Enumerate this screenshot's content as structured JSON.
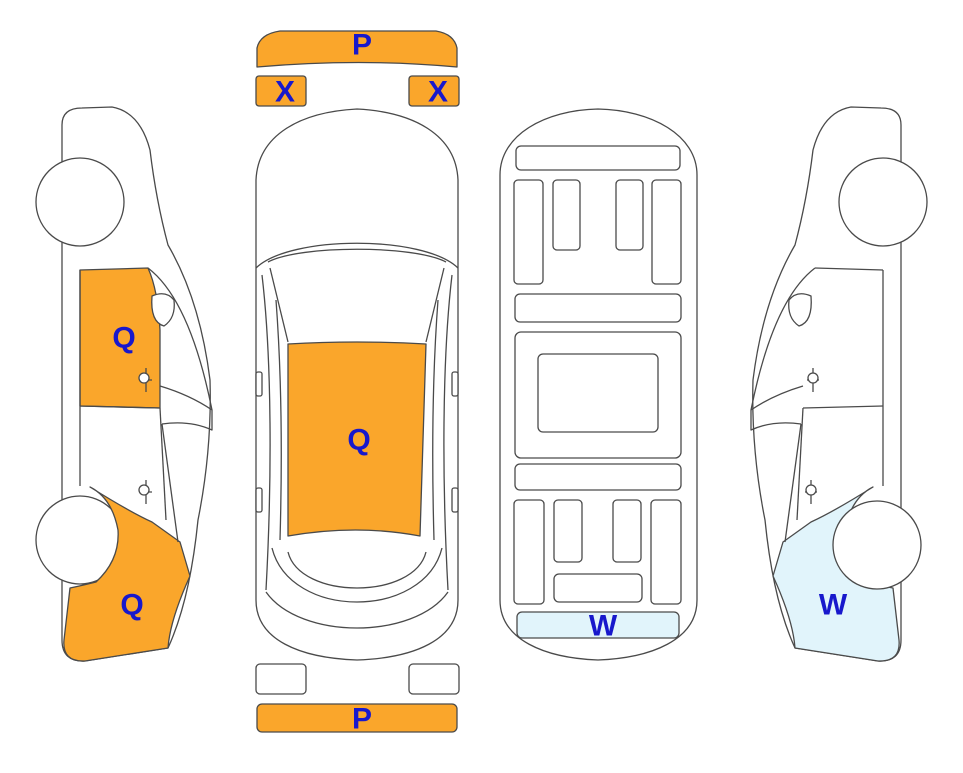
{
  "colors": {
    "damage_q": "#FAA62B",
    "damage_w": "#E1F4FB",
    "code_text": "#1818CC",
    "outline": "#4A4A4A"
  },
  "legend_codes": {
    "front_bumper": "P",
    "headlight_left": "X",
    "headlight_right": "X",
    "left_front_door": "Q",
    "left_rear_quarter": "Q",
    "roof": "Q",
    "rear_bumper": "P",
    "underbody_rear": "W",
    "right_rear_quarter": "W"
  }
}
